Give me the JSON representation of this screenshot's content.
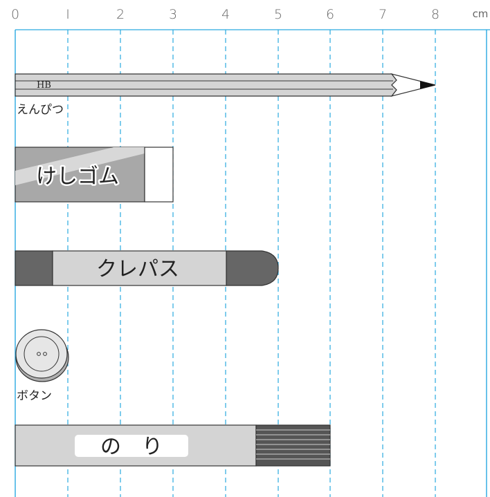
{
  "ruler": {
    "tick_labels": [
      "0",
      "I",
      "2",
      "3",
      "4",
      "5",
      "6",
      "7",
      "8"
    ],
    "unit": "cm",
    "line_color": "#29a9e0"
  },
  "items": {
    "pencil": {
      "caption": "えんぴつ",
      "marking": "HB",
      "length_cm": 8
    },
    "eraser": {
      "label": "けしゴム",
      "length_cm": 3
    },
    "crayon": {
      "label": "クレパス",
      "length_cm": 5
    },
    "button": {
      "caption": "ボタン",
      "diameter_cm": 1
    },
    "glue": {
      "label": "の　り",
      "length_cm": 6
    }
  }
}
